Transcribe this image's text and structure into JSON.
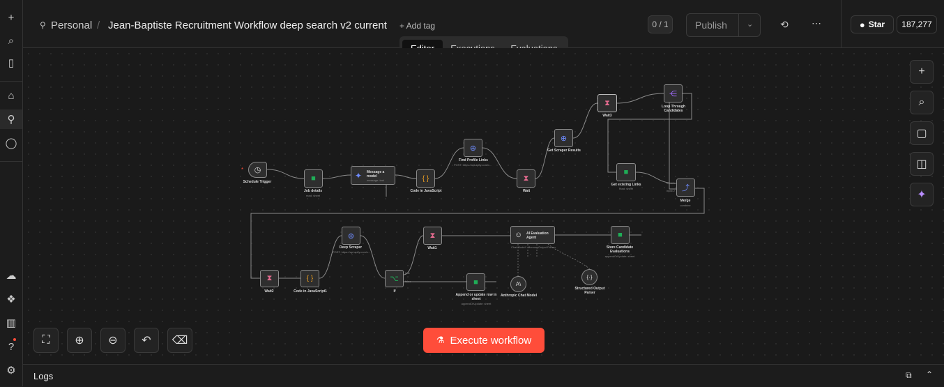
{
  "breadcrumb": {
    "project": "Personal",
    "separator": "/",
    "workflow_name": "Jean-Baptiste Recruitment Workflow deep search v2 current",
    "add_tag": "+ Add tag"
  },
  "header": {
    "counter": "0 / 1",
    "publish_label": "Publish",
    "star_label": "Star",
    "star_count": "187,277"
  },
  "tabs": [
    {
      "label": "Editor",
      "active": true
    },
    {
      "label": "Executions",
      "active": false
    },
    {
      "label": "Evaluations",
      "active": false
    }
  ],
  "nodes": {
    "schedule_trigger": {
      "label": "Schedule Trigger"
    },
    "job_details": {
      "label": "Job details",
      "sub": "read: sheet"
    },
    "message_model": {
      "label": "Message a model",
      "sub": "message: text"
    },
    "code_js": {
      "label": "Code in JavaScript"
    },
    "find_profile_links": {
      "label": "Find Profile Links",
      "sub": "POST: https://api.apify.com/v..."
    },
    "wait": {
      "label": "Wait"
    },
    "get_scraper_results": {
      "label": "Get Scraper Results"
    },
    "wait3": {
      "label": "Wait3"
    },
    "loop_candidates": {
      "label": "Loop Through Candidates"
    },
    "get_existing_links": {
      "label": "Get existing Links",
      "sub": "read: sheet"
    },
    "merge": {
      "label": "Merge",
      "sub": "combine",
      "input1": "Input 1",
      "input2": "Input 2"
    },
    "wait2": {
      "label": "Wait2"
    },
    "code_js1": {
      "label": "Code in JavaScript1"
    },
    "deep_scraper": {
      "label": "Deep Scraper",
      "sub": "POST: https://api.apify.com/v..."
    },
    "if": {
      "label": "If",
      "true": "true",
      "false": "false"
    },
    "wait1": {
      "label": "Wait1"
    },
    "append_update": {
      "label": "Append or update row in sheet",
      "sub": "appendOrUpdate: sheet"
    },
    "ai_agent": {
      "label": "AI Evaluation Agent",
      "chat_model": "Chat Model*",
      "memory": "Memory",
      "output_parser": "Output Parser"
    },
    "anthropic_model": {
      "label": "Anthropic Chat Model"
    },
    "output_parser": {
      "label": "Structured Output Parser"
    },
    "store_evaluations": {
      "label": "Store Candidate Evaluations",
      "sub": "appendOrUpdate: sheet"
    }
  },
  "execute_button": {
    "label": "Execute workflow"
  },
  "logs": {
    "label": "Logs"
  },
  "colors": {
    "accent": "#ff4d3a",
    "sheets_green": "#1fae57",
    "wait_pink": "#e56b8f",
    "http_blue": "#6f8cff",
    "code_orange": "#f0a020",
    "loop_purple": "#a26bff"
  },
  "icons": {
    "sidebar": [
      "plus-icon",
      "search-icon",
      "panel-icon",
      "home-icon",
      "person-icon",
      "chat-icon",
      "cloud-icon",
      "templates-icon",
      "insights-icon",
      "help-icon",
      "settings-icon"
    ],
    "right": [
      "plus-icon",
      "search-icon",
      "sticky-note-icon",
      "panel-toggle-icon",
      "ai-sparkle-icon"
    ],
    "bottom": [
      "fit-view-icon",
      "zoom-in-icon",
      "zoom-out-icon",
      "undo-icon",
      "clear-icon"
    ]
  }
}
